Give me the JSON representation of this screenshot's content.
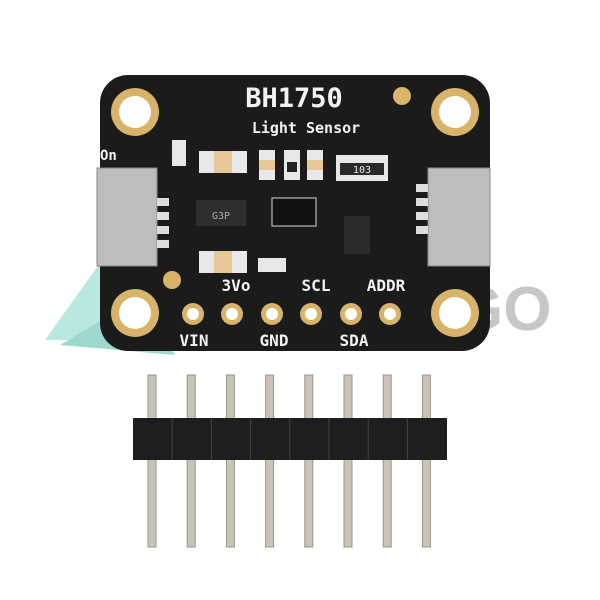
{
  "board": {
    "title": "BH1750",
    "subtitle": "Light Sensor",
    "led_label": "On",
    "top_pin_labels": [
      "3Vo",
      "SCL",
      "ADDR"
    ],
    "bottom_pin_labels": [
      "VIN",
      "GND",
      "SDA"
    ],
    "chip_labels": {
      "regulator": "G3P",
      "resistor_array": "103"
    }
  },
  "header": {
    "pin_count": 8
  },
  "watermark": {
    "text": "GO"
  },
  "colors": {
    "pcb": "#1b1b1b",
    "gold": "#d8b36a",
    "pin": "#c9c4b8",
    "watermark": "#5fc6b4"
  }
}
